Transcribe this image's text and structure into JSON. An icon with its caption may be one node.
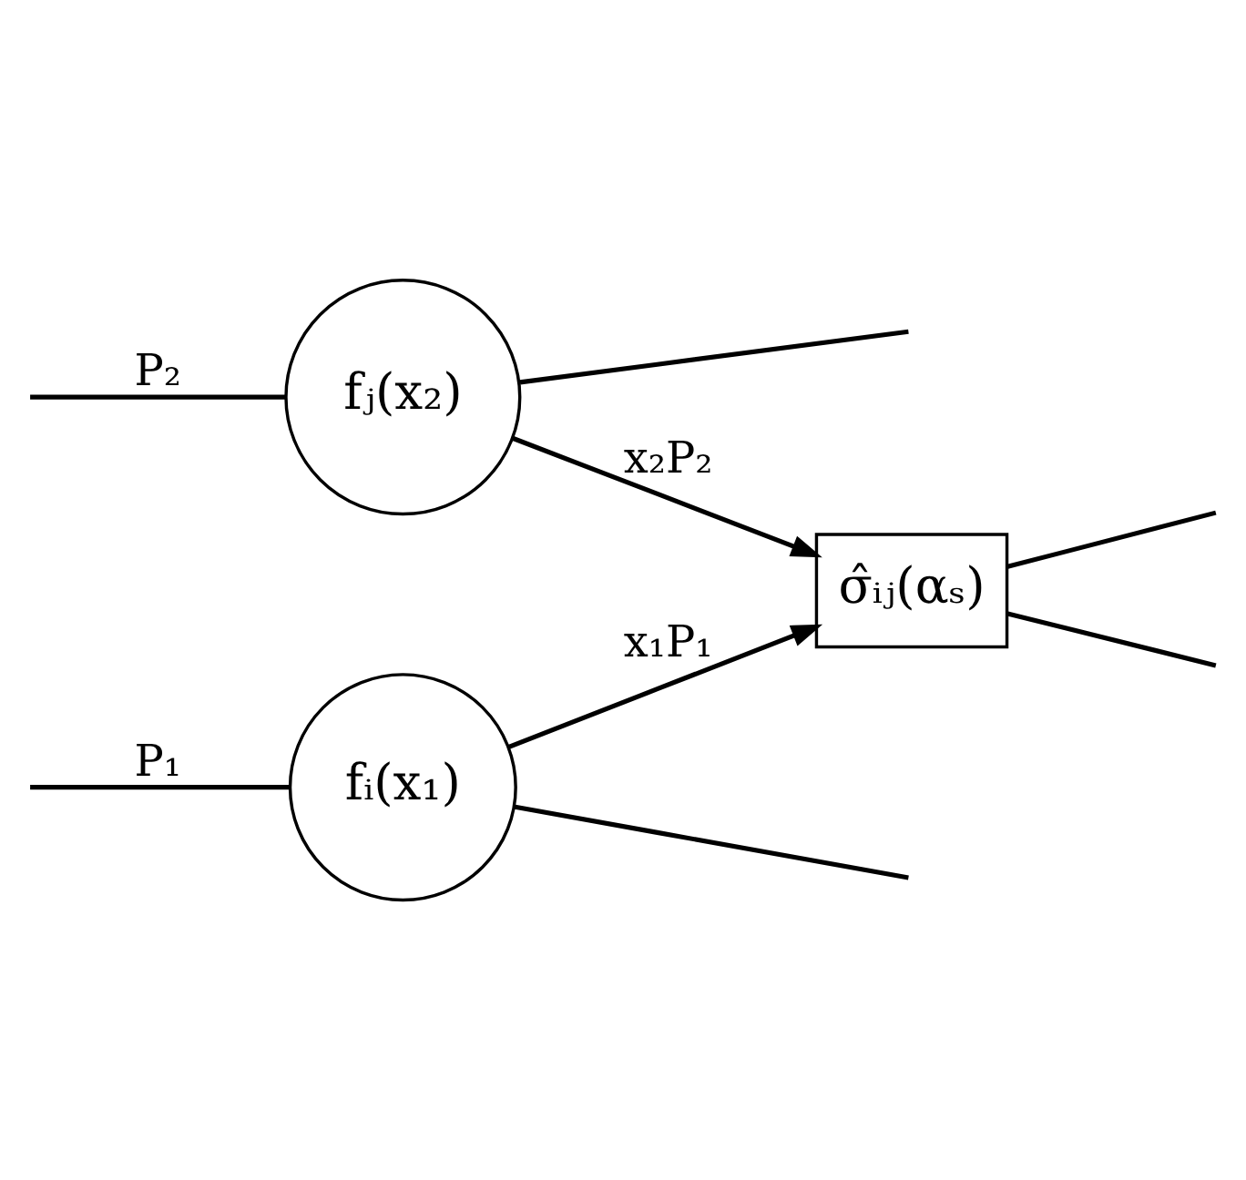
{
  "diagram": {
    "nodes": [
      {
        "text": [
          "fᵢ(x₁)"
        ]
      },
      {
        "text": [
          "fⱼ(x₂)"
        ]
      },
      {
        "text": [
          "σ̂ᵢⱼ(αₛ)"
        ]
      }
    ],
    "edges": [
      {
        "from": 0,
        "to": null,
        "arrow": "none"
      },
      {
        "from": null,
        "to": 0,
        "arrow": "none",
        "label": "P₁"
      },
      {
        "from": 0,
        "to": 2,
        "arrow": "to",
        "label": "x₁P₁"
      },
      {
        "from": 1,
        "to": null,
        "arrow": "none"
      },
      {
        "from": null,
        "to": 1,
        "arrow": "none",
        "label": "P₂"
      },
      {
        "from": 1,
        "to": 2,
        "arrow": "to",
        "label": "x₂P₂"
      },
      {
        "from": 2,
        "to": null,
        "arrow": "none"
      },
      {
        "from": 2,
        "to": null,
        "arrow": "none"
      }
    ]
  }
}
